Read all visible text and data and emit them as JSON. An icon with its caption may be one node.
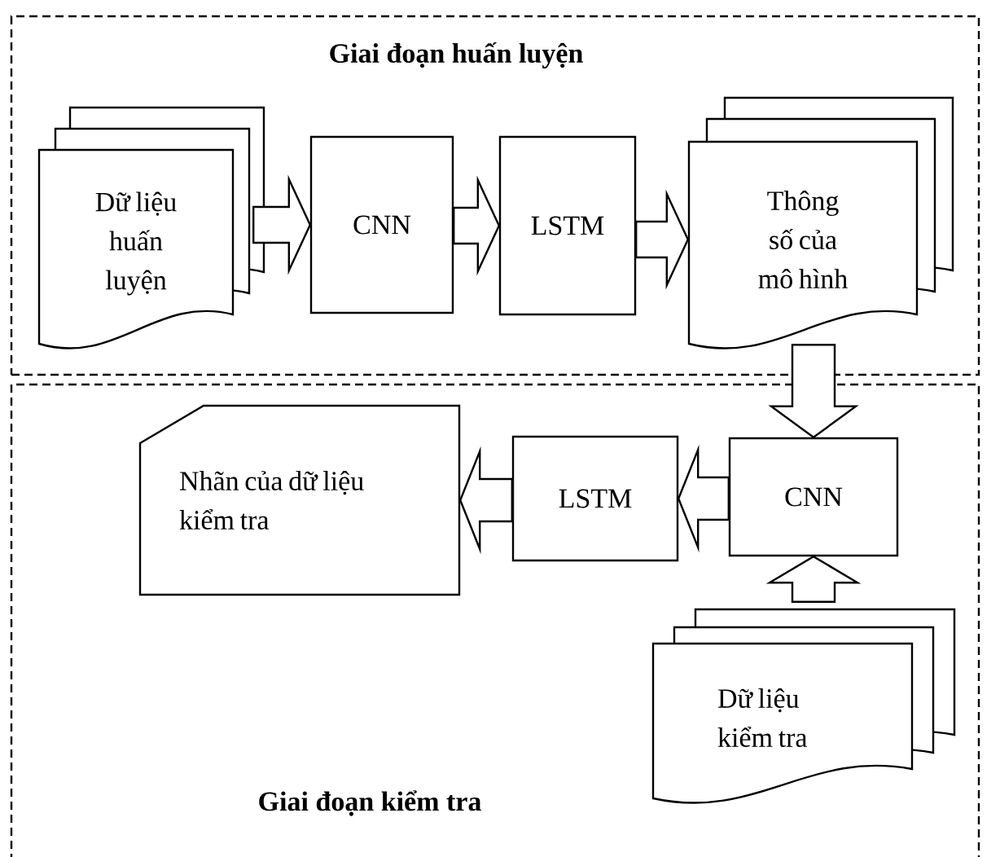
{
  "diagram": {
    "nodes": [
      {
        "text": [
          "Giai đoạn huấn luyện"
        ]
      },
      {
        "text": [
          "Dữ liệu huấn luyện"
        ],
        "in": 0
      },
      {
        "text": [
          "CNN"
        ],
        "in": 0
      },
      {
        "text": [
          "LSTM"
        ],
        "in": 0
      },
      {
        "text": [
          "Thông số của mô hình"
        ],
        "in": 0
      },
      {
        "text": [
          "Giai đoạn kiểm tra"
        ]
      },
      {
        "text": [
          "Nhãn của dữ liệu kiểm tra"
        ],
        "in": 5
      },
      {
        "text": [
          "LSTM"
        ],
        "in": 5
      },
      {
        "text": [
          "CNN"
        ],
        "in": 5
      },
      {
        "text": [
          "Dữ liệu kiểm tra"
        ],
        "in": 5
      }
    ],
    "edges": [
      {
        "from": 1,
        "to": 2,
        "arrow": "to"
      },
      {
        "from": 2,
        "to": 3,
        "arrow": "to"
      },
      {
        "from": 3,
        "to": 4,
        "arrow": "to"
      },
      {
        "from": 4,
        "to": 8,
        "arrow": "to"
      },
      {
        "from": 8,
        "to": 7,
        "arrow": "to"
      },
      {
        "from": 7,
        "to": 6,
        "arrow": "to"
      },
      {
        "from": 9,
        "to": 8,
        "arrow": "to"
      }
    ]
  }
}
